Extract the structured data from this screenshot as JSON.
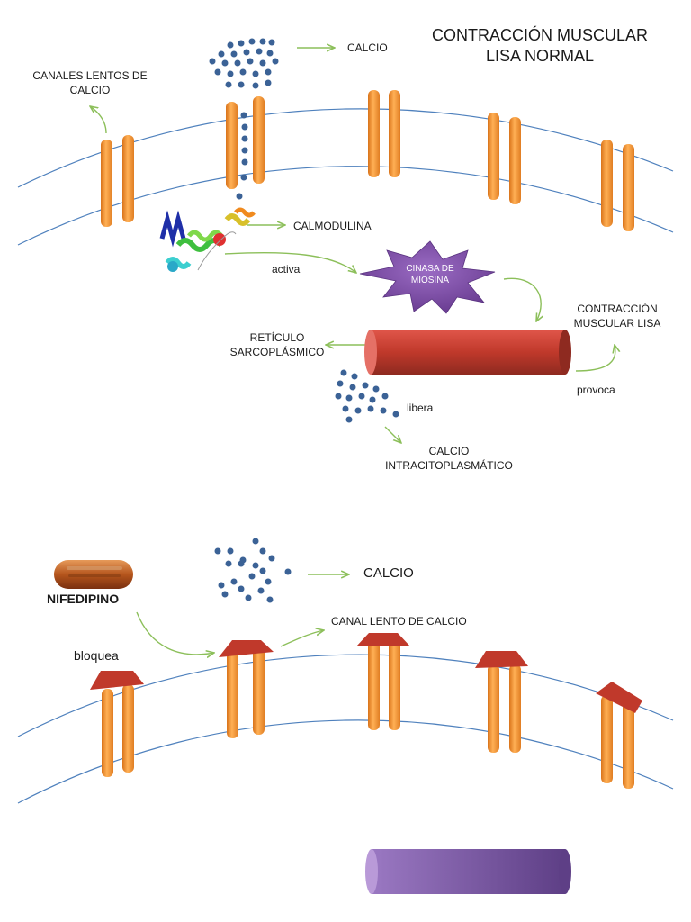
{
  "top_section": {
    "title_line1": "CONTRACCIÓN MUSCULAR",
    "title_line2": "LISA NORMAL",
    "canales_line1": "CANALES LENTOS DE",
    "canales_line2": "CALCIO",
    "calcio": "CALCIO",
    "calmodulina": "CALMODULINA",
    "activa": "activa",
    "cinasa_line1": "CINASA DE",
    "cinasa_line2": "MIOSINA",
    "contraccion_line1": "CONTRACCIÓN",
    "contraccion_line2": "MUSCULAR LISA",
    "reticulo_line1": "RETÍCULO",
    "reticulo_line2": "SARCOPLÁSMICO",
    "provoca": "provoca",
    "libera": "libera",
    "calcio_intra_line1": "CALCIO",
    "calcio_intra_line2": "INTRACITOPLASMÁTICO"
  },
  "bottom_section": {
    "nifedipino": "NIFEDIPINO",
    "calcio": "CALCIO",
    "canal_lento": "CANAL LENTO DE CALCIO",
    "bloquea": "bloquea"
  },
  "colors": {
    "membrane": "#4f81bd",
    "channel": "#f59a32",
    "calcium_dot": "#3b6296",
    "arrow": "#8cbf5a",
    "star": "#7a4a9e",
    "reticulum": "#c0392b",
    "blocker_cap": "#c0392b",
    "bottom_cylinder": "#7b55a3"
  }
}
